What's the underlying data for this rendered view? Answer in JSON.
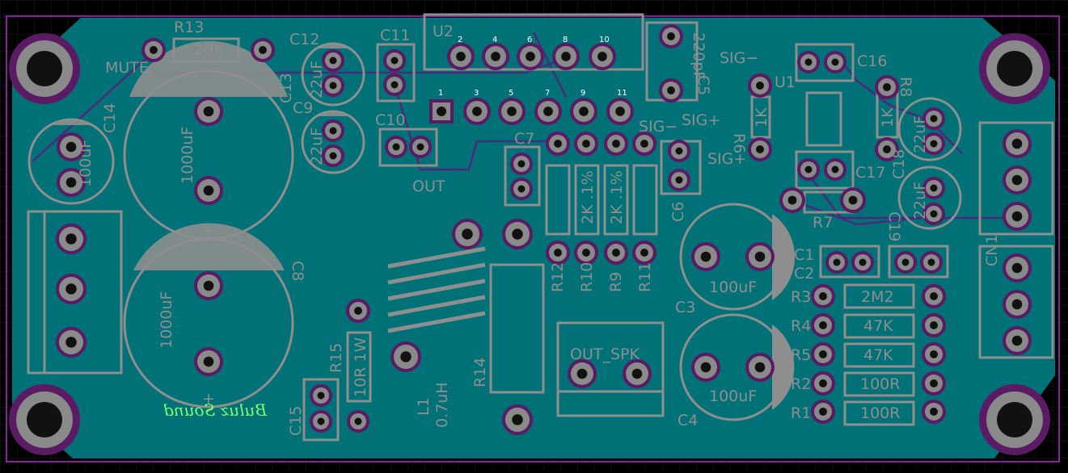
{
  "colors": {
    "board": "#007277",
    "background": "#000000",
    "silkscreen": "#8e8e8e",
    "pad": "#8a8a8a",
    "pad_ring": "#5a1a64",
    "outline": "#8a1f9a",
    "trace": "#4a2a7a",
    "signature": "#7cff6a"
  },
  "refdes": {
    "r13": "R13",
    "c12": "C12",
    "c11": "C11",
    "u2": "U2",
    "c13": "C13",
    "c9": "C9",
    "c10": "C10",
    "c14": "C14",
    "c7": "C7",
    "c5": "C5",
    "u1": "U1",
    "c16": "C16",
    "r8": "R8",
    "r6": "R6",
    "c17": "C17",
    "c18": "C18",
    "c19": "C19",
    "r7": "R7",
    "c6": "C6",
    "c8": "C8",
    "r12": "R12",
    "r10": "R10",
    "r9": "R9",
    "r11": "R11",
    "c1": "C1",
    "c2": "C2",
    "c3": "C3",
    "c4": "C4",
    "r3": "R3",
    "r4": "R4",
    "r5": "R5",
    "r2": "R2",
    "r1": "R1",
    "cn1": "CN1",
    "r15": "R15",
    "c15": "C15",
    "l1": "L1",
    "r14": "R14"
  },
  "values": {
    "r13": "20K",
    "c13": "22uF",
    "c9": "22uF",
    "c14": "100uF",
    "c_top_big": "1000uF",
    "c8": "1000uF",
    "c5": "220pF",
    "r6": "1K",
    "r8": "1K",
    "c18": "22uF",
    "c19": "22uF",
    "r10": "2K .1%",
    "r9": "2K .1%",
    "c3": "100uF",
    "c4": "100uF",
    "r3": "2M2",
    "r4": "47K",
    "r5": "47K",
    "r2": "100R",
    "r1": "100R",
    "r15": "10R 1W",
    "l1": "0.7uH"
  },
  "labels": {
    "mute": "MUTE",
    "out": "OUT",
    "sig_minus_a": "SIG−",
    "sig_minus_b": "SIG−",
    "sig_plus_a": "SIG+",
    "sig_plus_b": "SIG+",
    "out_spk": "OUT_SPK",
    "plus": "+",
    "signature": "Buluz Sound"
  },
  "u2_pins": [
    "1",
    "2",
    "3",
    "4",
    "5",
    "6",
    "7",
    "8",
    "9",
    "10",
    "11"
  ]
}
